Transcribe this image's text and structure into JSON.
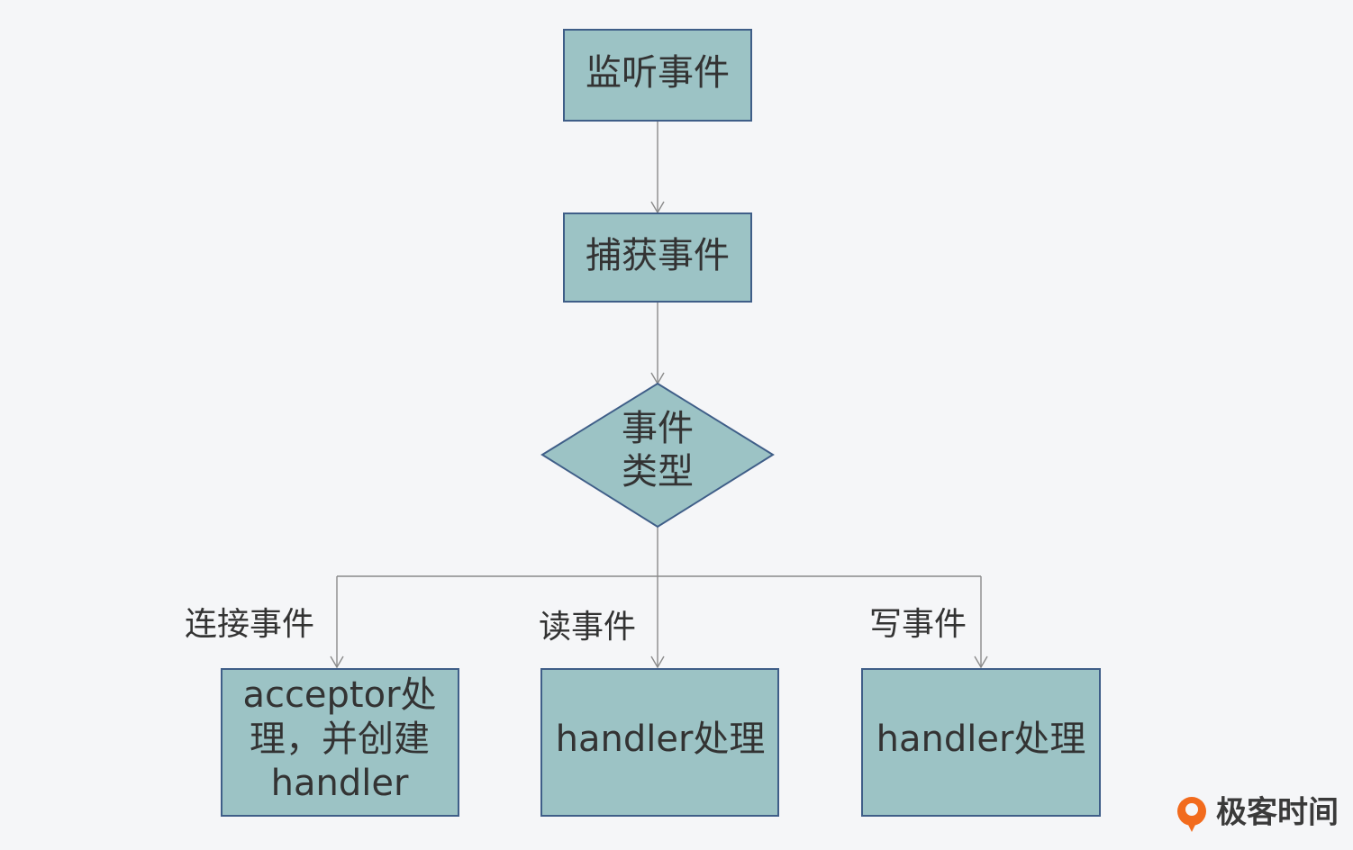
{
  "nodes": {
    "listen": "监听事件",
    "capture": "捕获事件",
    "decision_line1": "事件",
    "decision_line2": "类型",
    "acceptor_line1": "acceptor处",
    "acceptor_line2": "理，并创建",
    "acceptor_line3": "handler",
    "read_handler": "handler处理",
    "write_handler": "handler处理"
  },
  "edge_labels": {
    "connect": "连接事件",
    "read": "读事件",
    "write": "写事件"
  },
  "logo": {
    "text": "极客时间"
  },
  "colors": {
    "background": "#f5f6f8",
    "node_fill": "#9cc3c5",
    "node_stroke": "#3f5e88",
    "edge": "#8a8a8a",
    "text": "#333333",
    "logo_accent": "#f26b1d"
  }
}
